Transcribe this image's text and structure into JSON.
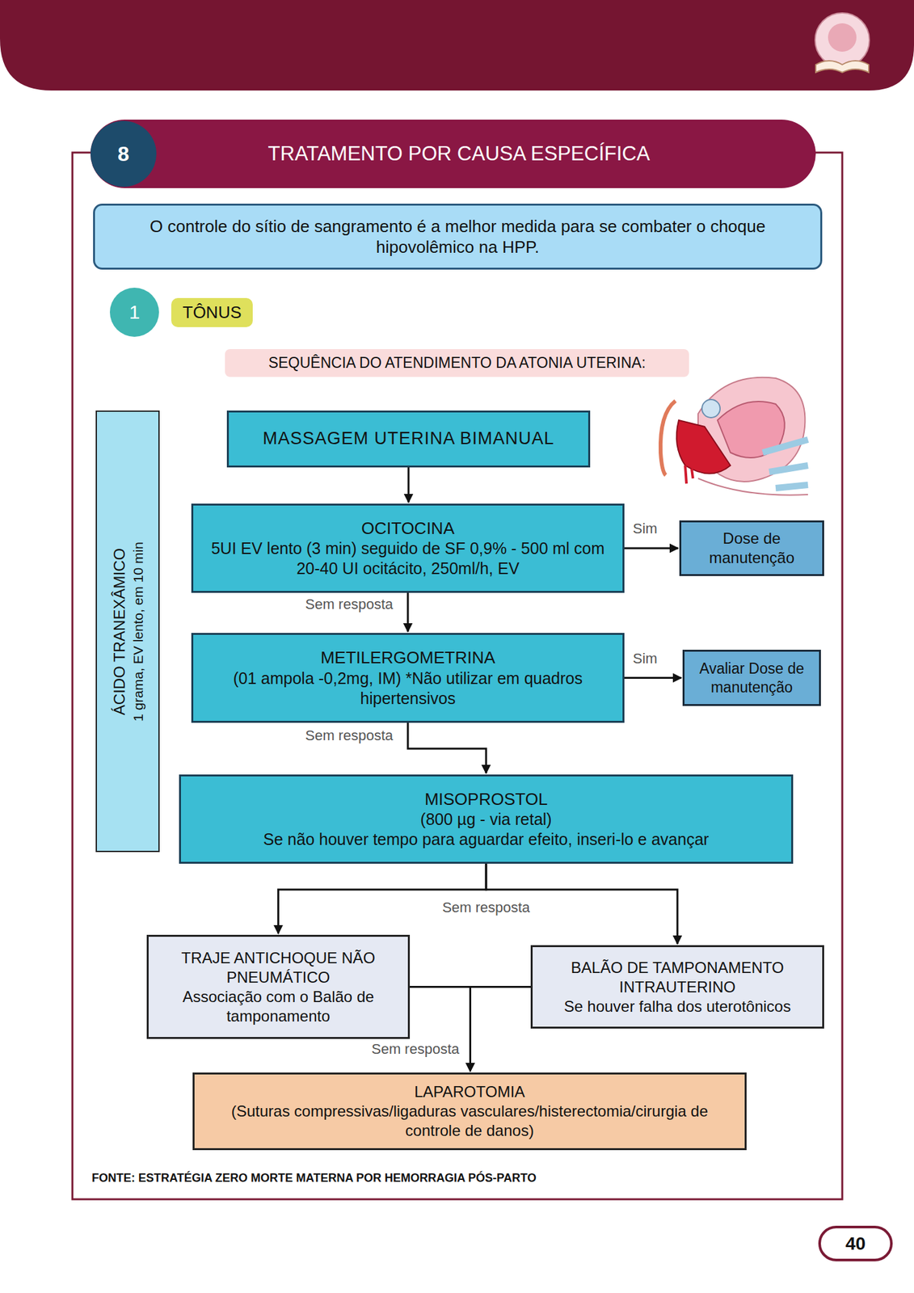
{
  "diagram": {
    "title": "TRATAMENTO POR CAUSA ESPECÍFICA",
    "nodes": [
      {
        "text": [
          "8"
        ]
      },
      {
        "text": [
          "O controle do sítio de sangramento é a melhor medida para se combater o choque hipovolêmico na HPP."
        ]
      },
      {
        "text": [
          "1"
        ]
      },
      {
        "text": [
          "TÔNUS"
        ]
      },
      {
        "text": [
          "SEQUÊNCIA DO ATENDIMENTO DA ATONIA UTERINA:"
        ]
      },
      {
        "text": [
          "ÁCIDO TRANEXÂMICO",
          "1 grama, EV lento, em 10 min"
        ]
      },
      {
        "text": [
          "MASSAGEM UTERINA BIMANUAL"
        ]
      },
      {
        "text": [
          "OCITOCINA",
          "5UI EV lento (3 min) seguido de SF 0,9% - 500 ml com 20-40 UI ocitácito, 250ml/h, EV"
        ]
      },
      {
        "text": [
          "Dose de manutenção"
        ]
      },
      {
        "text": [
          "METILERGOMETRINA",
          "(01 ampola -0,2mg, IM) *Não utilizar em quadros hipertensivos"
        ]
      },
      {
        "text": [
          "Avaliar Dose de manutenção"
        ]
      },
      {
        "text": [
          "MISOPROSTOL",
          "(800 µg - via retal)",
          "Se não houver tempo para aguardar efeito, inseri-lo e avançar"
        ]
      },
      {
        "text": [
          "TRAJE ANTICHOQUE NÃO PNEUMÁTICO",
          "Associação com o Balão de tamponamento"
        ]
      },
      {
        "text": [
          "BALÃO DE TAMPONAMENTO INTRAUTERINO",
          "Se houver falha dos uterotônicos"
        ]
      },
      {
        "text": [
          "LAPAROTOMIA",
          "(Suturas compressivas/ligaduras vasculares/histerectomia/cirurgia de controle de danos)"
        ]
      },
      {
        "text": [
          "40"
        ]
      }
    ],
    "edges": [
      {
        "from": 6,
        "to": 7,
        "arrow": "to"
      },
      {
        "from": 7,
        "to": 8,
        "label": "Sim",
        "arrow": "to"
      },
      {
        "from": 7,
        "to": 9,
        "label": "Sem resposta",
        "arrow": "to"
      },
      {
        "from": 9,
        "to": 10,
        "label": "Sim",
        "arrow": "to"
      },
      {
        "from": 9,
        "to": 11,
        "label": "Sem resposta",
        "arrow": "to"
      },
      {
        "from": 11,
        "to": 12,
        "label": "Sem resposta",
        "arrow": "to"
      },
      {
        "from": 11,
        "to": 13,
        "arrow": "to"
      },
      {
        "from": 12,
        "to": 14,
        "label": "Sem resposta",
        "arrow": "to"
      },
      {
        "from": 13,
        "to": 14,
        "arrow": "to"
      }
    ],
    "labels": [
      "FONTE: ESTRATÉGIA ZERO MORTE MATERNA POR HEMORRAGIA PÓS-PARTO"
    ]
  }
}
